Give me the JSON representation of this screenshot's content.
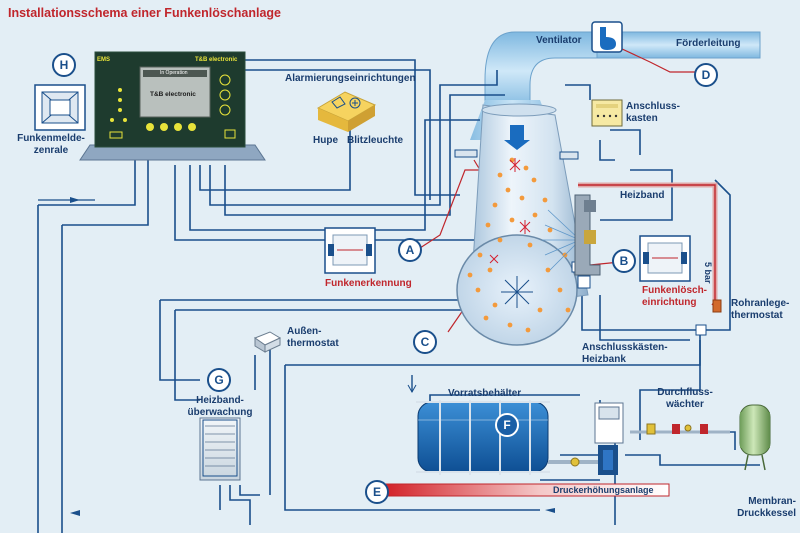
{
  "title": "Installationsschema einer Funkenlöschanlage",
  "labels": {
    "ventilator": "Ventilator",
    "foerderleitung": "Förderleitung",
    "alarmierung": "Alarmierungseinrichtungen",
    "hupe": "Hupe",
    "blitzleuchte": "Blitzleuchte",
    "anschlusskasten_1": "Anschluss-",
    "anschlusskasten_2": "kasten",
    "heizband": "Heizband",
    "funkenmelde_1": "Funkenmelde-",
    "funkenmelde_2": "zenrale",
    "funkenerkennung": "Funkenerkennung",
    "funkenloesch_1": "Funkenlösch-",
    "funkenloesch_2": "einrichtung",
    "bar": "5 bar",
    "rohranlege_1": "Rohranlege-",
    "rohranlege_2": "thermostat",
    "aussen_1": "Außen-",
    "aussen_2": "thermostat",
    "anschlusskaesten_1": "Anschlusskästen-",
    "anschlusskaesten_2": "Heizbank",
    "heizband_ue_1": "Heizband-",
    "heizband_ue_2": "überwachung",
    "vorratsbehaelter": "Vorratsbehälter",
    "durchfluss_1": "Durchfluss-",
    "durchfluss_2": "wächter",
    "druckerhoehung": "Druckerhöhungsanlage",
    "membran_1": "Membran-",
    "membran_2": "Druckkessel"
  },
  "badges": {
    "A": "A",
    "B": "B",
    "C": "C",
    "D": "D",
    "E": "E",
    "F": "F",
    "G": "G",
    "H": "H"
  },
  "panel": {
    "brand": "T&B electronic",
    "screen_header": "In Operation",
    "screen_brand": "T&B electronic",
    "ems": "EMS"
  },
  "colors": {
    "pipe": "#1a4f8b",
    "signal": "#c0262c",
    "duct": "#a9d3ef",
    "title": "#c0262c",
    "label": "#1a3d6e"
  }
}
